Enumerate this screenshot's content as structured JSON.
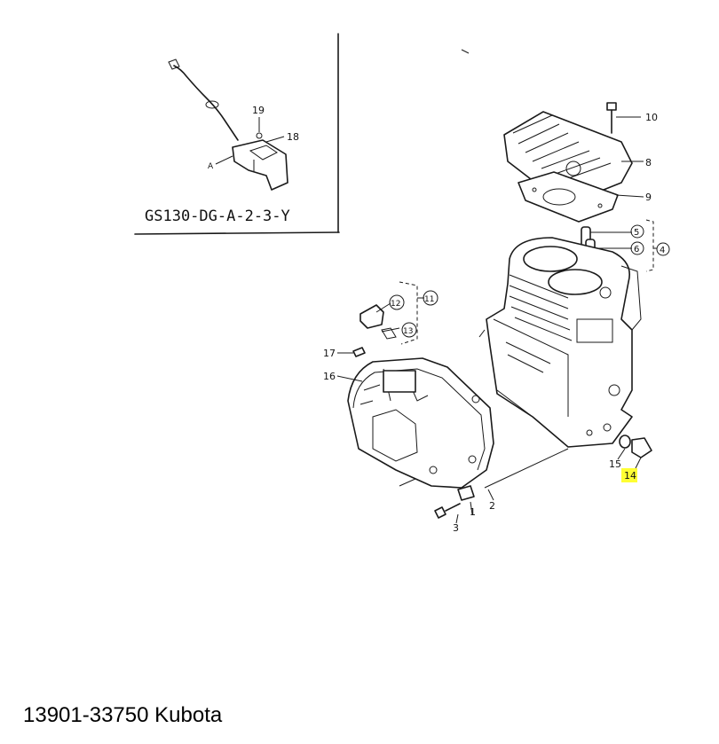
{
  "inset": {
    "code": "GS130-DG-A-2-3-Y"
  },
  "caption": "13901-33750 Kubota",
  "highlight_color": "#ffff33",
  "labels": {
    "p1": "1",
    "p2": "2",
    "p3": "3",
    "p4": "4",
    "p5": "5",
    "p6": "6",
    "p8": "8",
    "p9": "9",
    "p10": "10",
    "p11": "11",
    "p12": "12",
    "p13": "13",
    "p14": "14",
    "p15": "15",
    "p16": "16",
    "p17": "17",
    "inset18": "18",
    "inset19": "19",
    "insetA": "A"
  }
}
